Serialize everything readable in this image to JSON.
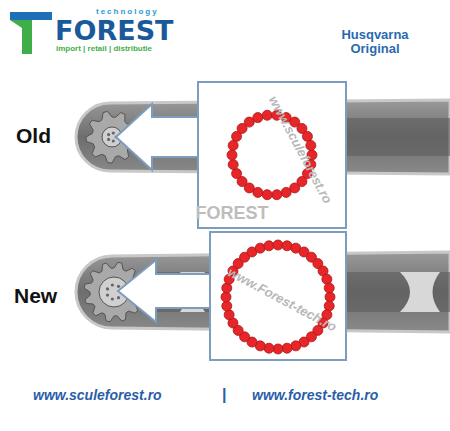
{
  "diagram": {
    "labels": [
      "technology",
      "FOREST",
      "import | retail | distributie",
      "Husqvarna Original",
      "Old",
      "New",
      "www.sculeforest.ro",
      "FOREST",
      "www.Forest-tech.ro",
      "www.sculeforest.ro",
      "|",
      "www.forest-tech.ro"
    ]
  }
}
